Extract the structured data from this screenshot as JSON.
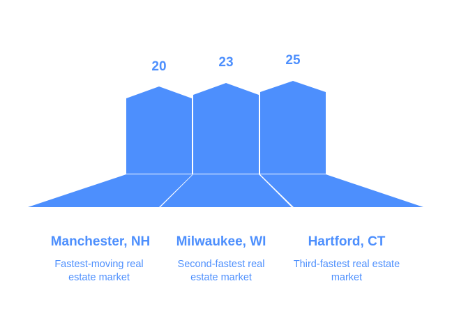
{
  "accent_color": "#4d8ffd",
  "markets": [
    {
      "value": "20",
      "city": "Manchester, NH",
      "description": "Fastest-moving real estate market"
    },
    {
      "value": "23",
      "city": "Milwaukee, WI",
      "description": "Second-fastest real estate market"
    },
    {
      "value": "25",
      "city": "Hartford, CT",
      "description": "Third-fastest real estate market"
    }
  ]
}
